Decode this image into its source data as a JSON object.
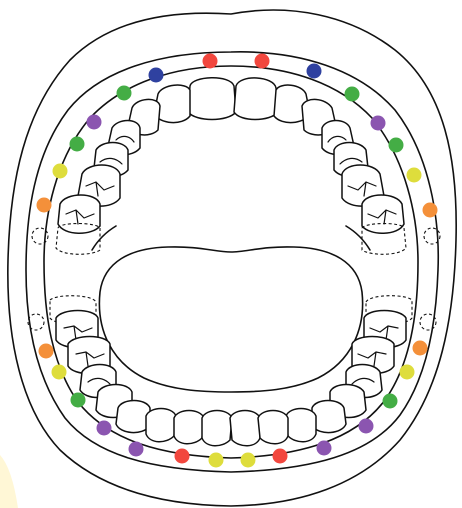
{
  "colors": {
    "outline": "#111111",
    "background": "#ffffff",
    "red": "#f2473e",
    "blue": "#2f41a0",
    "green": "#44ad45",
    "purple": "#8b55b0",
    "yellow": "#dedd3c",
    "orange": "#f4903a"
  },
  "diagram": {
    "subject": "open-mouth-dental-arch",
    "upper_markers": [
      "orange",
      "yellow",
      "green",
      "purple",
      "green",
      "blue",
      "red",
      "red",
      "blue",
      "green",
      "purple",
      "green",
      "yellow",
      "orange"
    ],
    "lower_markers": [
      "orange",
      "yellow",
      "green",
      "purple",
      "purple",
      "red",
      "yellow",
      "yellow",
      "red",
      "purple",
      "purple",
      "green",
      "yellow",
      "orange"
    ]
  }
}
